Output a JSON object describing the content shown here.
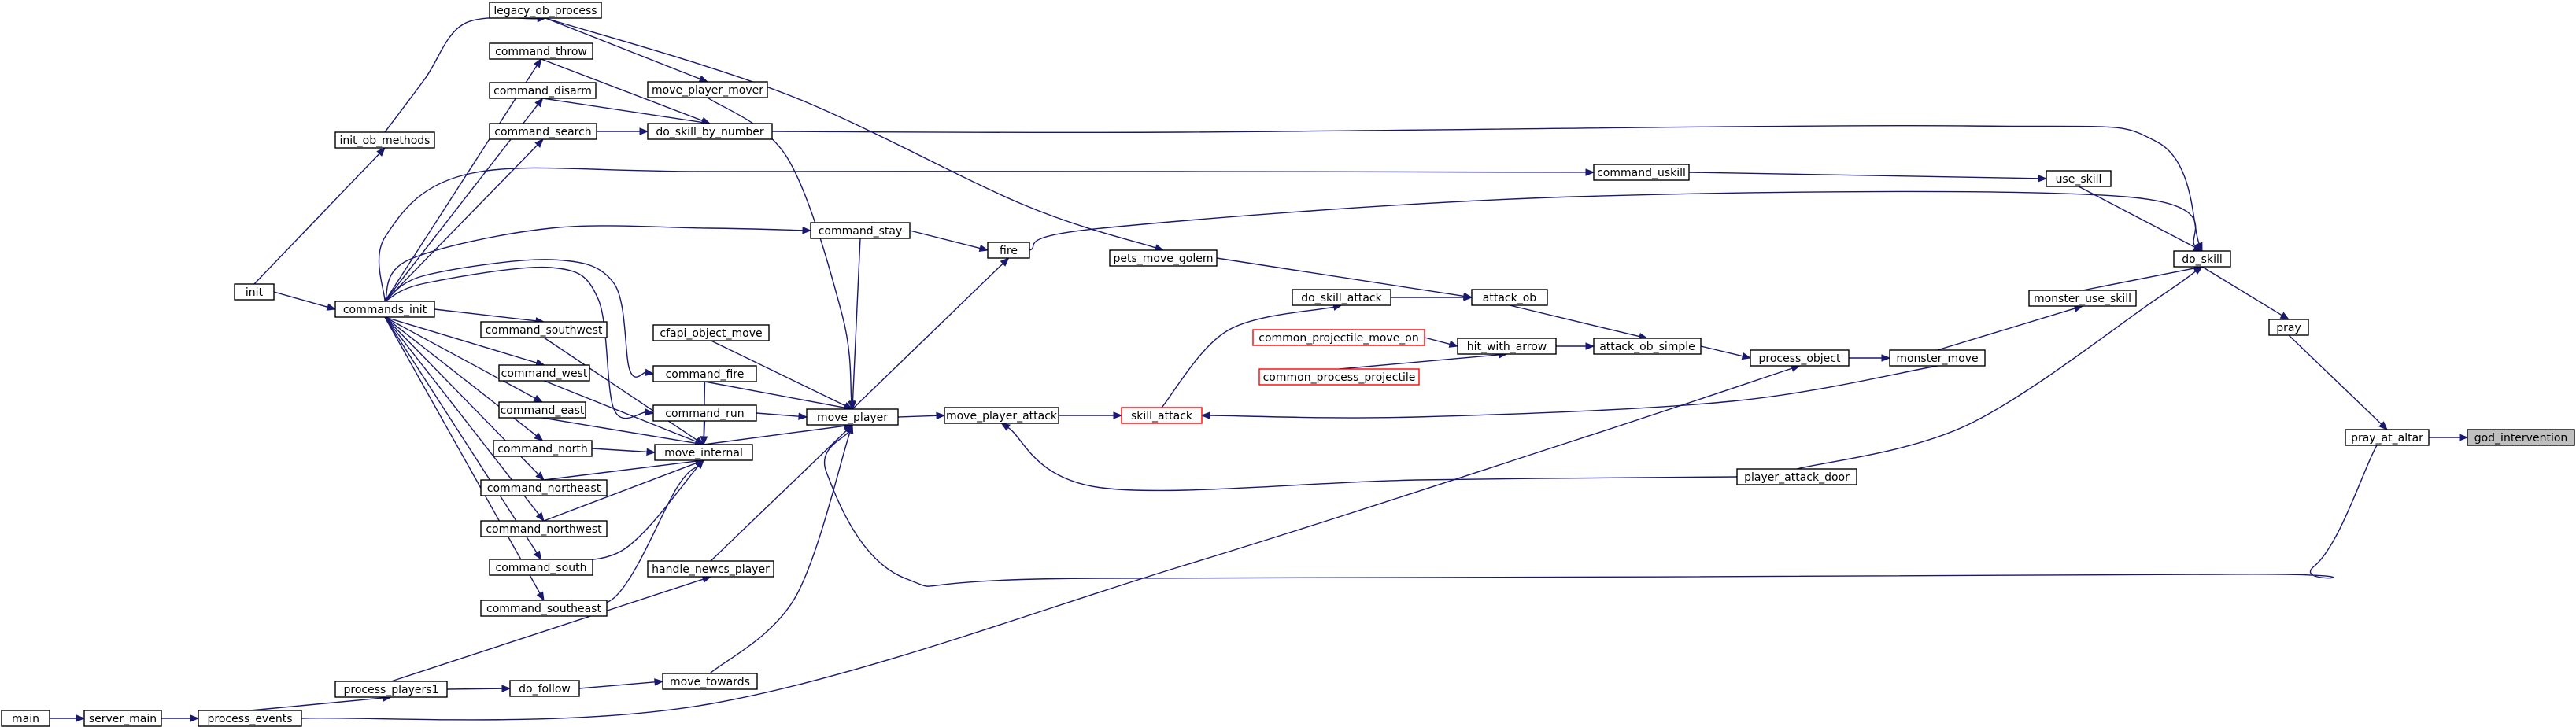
{
  "graph": {
    "nodes": [
      {
        "id": "god_intervention",
        "label": "god_intervention",
        "style": "focus"
      },
      {
        "id": "pray_at_altar",
        "label": "pray_at_altar"
      },
      {
        "id": "pray",
        "label": "pray"
      },
      {
        "id": "do_skill",
        "label": "do_skill"
      },
      {
        "id": "use_skill",
        "label": "use_skill"
      },
      {
        "id": "monster_use_skill",
        "label": "monster_use_skill"
      },
      {
        "id": "command_uskill",
        "label": "command_uskill"
      },
      {
        "id": "monster_move",
        "label": "monster_move"
      },
      {
        "id": "process_object",
        "label": "process_object"
      },
      {
        "id": "attack_ob_simple",
        "label": "attack_ob_simple"
      },
      {
        "id": "hit_with_arrow",
        "label": "hit_with_arrow"
      },
      {
        "id": "attack_ob",
        "label": "attack_ob"
      },
      {
        "id": "common_projectile_move_on",
        "label": "common_projectile_move_on",
        "style": "red"
      },
      {
        "id": "common_process_projectile",
        "label": "common_process_projectile",
        "style": "red"
      },
      {
        "id": "do_skill_attack",
        "label": "do_skill_attack"
      },
      {
        "id": "pets_move_golem",
        "label": "pets_move_golem"
      },
      {
        "id": "skill_attack",
        "label": "skill_attack",
        "style": "red"
      },
      {
        "id": "move_player_attack",
        "label": "move_player_attack"
      },
      {
        "id": "player_attack_door",
        "label": "player_attack_door"
      },
      {
        "id": "move_player",
        "label": "move_player"
      },
      {
        "id": "fire",
        "label": "fire"
      },
      {
        "id": "command_stay",
        "label": "command_stay"
      },
      {
        "id": "legacy_ob_process",
        "label": "legacy_ob_process"
      },
      {
        "id": "move_player_mover",
        "label": "move_player_mover"
      },
      {
        "id": "do_skill_by_number",
        "label": "do_skill_by_number"
      },
      {
        "id": "command_throw",
        "label": "command_throw"
      },
      {
        "id": "command_disarm",
        "label": "command_disarm"
      },
      {
        "id": "command_search",
        "label": "command_search"
      },
      {
        "id": "init_ob_methods",
        "label": "init_ob_methods"
      },
      {
        "id": "init",
        "label": "init"
      },
      {
        "id": "commands_init",
        "label": "commands_init"
      },
      {
        "id": "cfapi_object_move",
        "label": "cfapi_object_move"
      },
      {
        "id": "command_fire",
        "label": "command_fire"
      },
      {
        "id": "command_run",
        "label": "command_run"
      },
      {
        "id": "move_internal",
        "label": "move_internal"
      },
      {
        "id": "command_southwest",
        "label": "command_southwest"
      },
      {
        "id": "command_west",
        "label": "command_west"
      },
      {
        "id": "command_east",
        "label": "command_east"
      },
      {
        "id": "command_north",
        "label": "command_north"
      },
      {
        "id": "command_northeast",
        "label": "command_northeast"
      },
      {
        "id": "command_northwest",
        "label": "command_northwest"
      },
      {
        "id": "command_south",
        "label": "command_south"
      },
      {
        "id": "command_southeast",
        "label": "command_southeast"
      },
      {
        "id": "handle_newcs_player",
        "label": "handle_newcs_player"
      },
      {
        "id": "move_towards",
        "label": "move_towards"
      },
      {
        "id": "do_follow",
        "label": "do_follow"
      },
      {
        "id": "process_players1",
        "label": "process_players1"
      },
      {
        "id": "process_events",
        "label": "process_events"
      },
      {
        "id": "server_main",
        "label": "server_main"
      },
      {
        "id": "main",
        "label": "main"
      }
    ],
    "edges": [
      {
        "from": "pray_at_altar",
        "to": "god_intervention"
      },
      {
        "from": "pray",
        "to": "pray_at_altar"
      },
      {
        "from": "do_skill",
        "to": "pray"
      },
      {
        "from": "use_skill",
        "to": "do_skill"
      },
      {
        "from": "monster_use_skill",
        "to": "do_skill"
      },
      {
        "from": "do_skill_by_number",
        "to": "do_skill"
      },
      {
        "from": "fire",
        "to": "do_skill"
      },
      {
        "from": "player_attack_door",
        "to": "do_skill"
      },
      {
        "from": "command_uskill",
        "to": "use_skill"
      },
      {
        "from": "monster_move",
        "to": "monster_use_skill"
      },
      {
        "from": "process_object",
        "to": "monster_move"
      },
      {
        "from": "attack_ob_simple",
        "to": "process_object"
      },
      {
        "from": "process_events",
        "to": "process_object"
      },
      {
        "from": "hit_with_arrow",
        "to": "attack_ob_simple"
      },
      {
        "from": "attack_ob",
        "to": "attack_ob_simple"
      },
      {
        "from": "common_projectile_move_on",
        "to": "hit_with_arrow"
      },
      {
        "from": "common_process_projectile",
        "to": "hit_with_arrow"
      },
      {
        "from": "do_skill_attack",
        "to": "attack_ob"
      },
      {
        "from": "pets_move_golem",
        "to": "attack_ob"
      },
      {
        "from": "skill_attack",
        "to": "do_skill_attack"
      },
      {
        "from": "monster_move",
        "to": "skill_attack"
      },
      {
        "from": "move_player_attack",
        "to": "skill_attack"
      },
      {
        "from": "move_player",
        "to": "move_player_attack"
      },
      {
        "from": "player_attack_door",
        "to": "move_player_attack"
      },
      {
        "from": "pray_at_altar",
        "to": "move_player"
      },
      {
        "from": "move_player",
        "to": "fire"
      },
      {
        "from": "command_stay",
        "to": "fire"
      },
      {
        "from": "legacy_ob_process",
        "to": "pets_move_golem"
      },
      {
        "from": "legacy_ob_process",
        "to": "move_player_mover"
      },
      {
        "from": "init_ob_methods",
        "to": "legacy_ob_process"
      },
      {
        "from": "move_player_mover",
        "to": "move_player"
      },
      {
        "from": "command_throw",
        "to": "do_skill_by_number"
      },
      {
        "from": "command_disarm",
        "to": "do_skill_by_number"
      },
      {
        "from": "command_search",
        "to": "do_skill_by_number"
      },
      {
        "from": "commands_init",
        "to": "command_throw"
      },
      {
        "from": "commands_init",
        "to": "command_disarm"
      },
      {
        "from": "commands_init",
        "to": "command_search"
      },
      {
        "from": "commands_init",
        "to": "command_uskill"
      },
      {
        "from": "commands_init",
        "to": "command_stay"
      },
      {
        "from": "commands_init",
        "to": "command_fire"
      },
      {
        "from": "commands_init",
        "to": "command_run"
      },
      {
        "from": "commands_init",
        "to": "command_southwest"
      },
      {
        "from": "commands_init",
        "to": "command_west"
      },
      {
        "from": "commands_init",
        "to": "command_east"
      },
      {
        "from": "commands_init",
        "to": "command_north"
      },
      {
        "from": "commands_init",
        "to": "command_northeast"
      },
      {
        "from": "commands_init",
        "to": "command_northwest"
      },
      {
        "from": "commands_init",
        "to": "command_south"
      },
      {
        "from": "commands_init",
        "to": "command_southeast"
      },
      {
        "from": "init",
        "to": "init_ob_methods"
      },
      {
        "from": "init",
        "to": "commands_init"
      },
      {
        "from": "command_stay",
        "to": "move_player"
      },
      {
        "from": "cfapi_object_move",
        "to": "move_player"
      },
      {
        "from": "command_fire",
        "to": "move_player"
      },
      {
        "from": "command_run",
        "to": "move_player"
      },
      {
        "from": "move_internal",
        "to": "move_player"
      },
      {
        "from": "handle_newcs_player",
        "to": "move_player"
      },
      {
        "from": "move_towards",
        "to": "move_player"
      },
      {
        "from": "command_southwest",
        "to": "move_internal"
      },
      {
        "from": "command_west",
        "to": "move_internal"
      },
      {
        "from": "command_east",
        "to": "move_internal"
      },
      {
        "from": "command_north",
        "to": "move_internal"
      },
      {
        "from": "command_northeast",
        "to": "move_internal"
      },
      {
        "from": "command_northwest",
        "to": "move_internal"
      },
      {
        "from": "command_south",
        "to": "move_internal"
      },
      {
        "from": "command_southeast",
        "to": "move_internal"
      },
      {
        "from": "command_fire",
        "to": "move_internal"
      },
      {
        "from": "command_run",
        "to": "move_internal"
      },
      {
        "from": "process_players1",
        "to": "handle_newcs_player"
      },
      {
        "from": "do_follow",
        "to": "move_towards"
      },
      {
        "from": "process_players1",
        "to": "do_follow"
      },
      {
        "from": "process_events",
        "to": "process_players1"
      },
      {
        "from": "server_main",
        "to": "process_events"
      },
      {
        "from": "main",
        "to": "server_main"
      }
    ]
  }
}
